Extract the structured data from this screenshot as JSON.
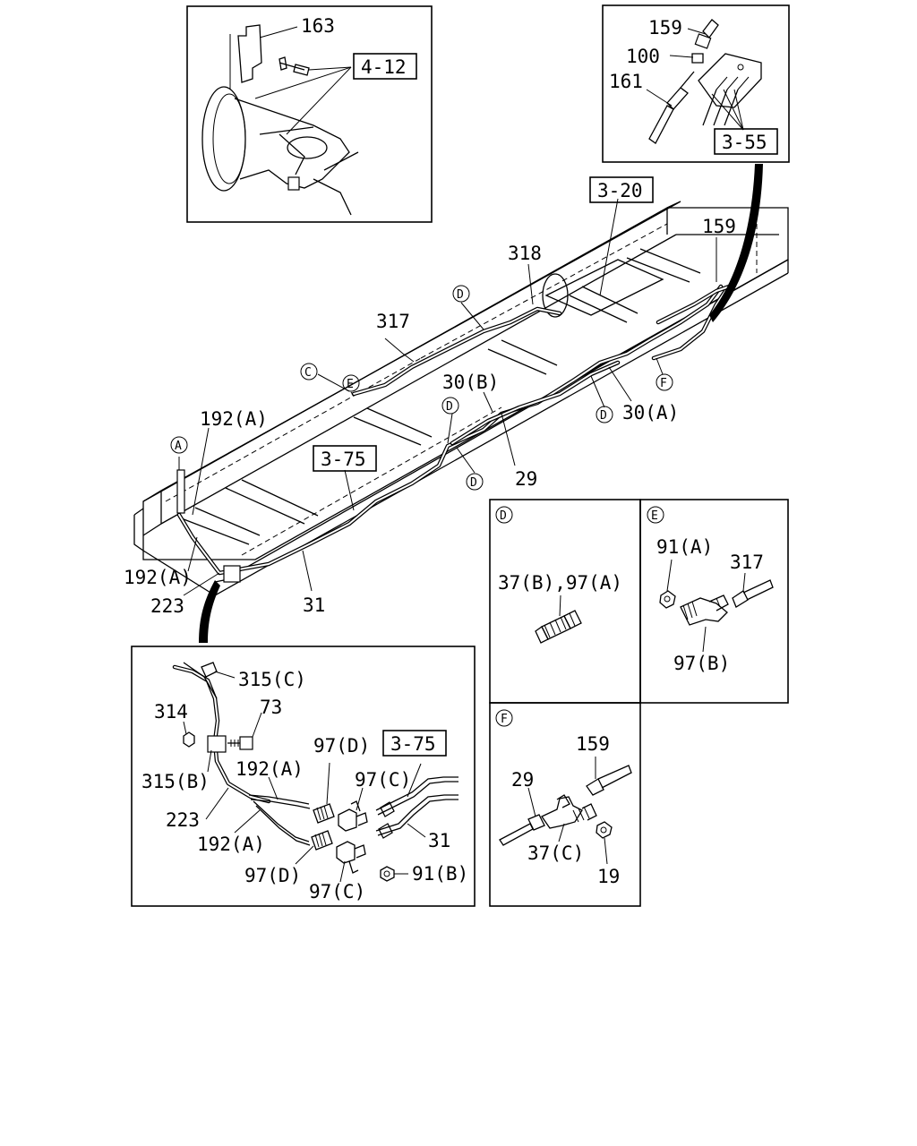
{
  "insets": {
    "top_left": {
      "part": "163",
      "ref": "4-12"
    },
    "top_right": {
      "parts": [
        "159",
        "100",
        "161"
      ],
      "ref": "3-55"
    },
    "d": {
      "mark": "D",
      "part": "37(B),97(A)"
    },
    "e": {
      "mark": "E",
      "parts": [
        "91(A)",
        "317",
        "97(B)"
      ]
    },
    "f": {
      "mark": "F",
      "parts": [
        "159",
        "29",
        "37(C)",
        "19"
      ]
    },
    "bottom": {
      "ref": "3-75",
      "parts": [
        "315(C)",
        "314",
        "73",
        "315(B)",
        "97(D)",
        "192(A)",
        "97(C)",
        "223",
        "192(A)",
        "31",
        "97(D)",
        "97(C)",
        "91(B)"
      ]
    }
  },
  "main": {
    "refs": [
      "3-20",
      "3-75"
    ],
    "markers": [
      "A",
      "C",
      "E",
      "D",
      "D",
      "D",
      "D",
      "F"
    ],
    "parts": [
      "318",
      "159",
      "317",
      "30(B)",
      "192(A)",
      "30(A)",
      "29",
      "192(A)",
      "223",
      "31"
    ]
  }
}
